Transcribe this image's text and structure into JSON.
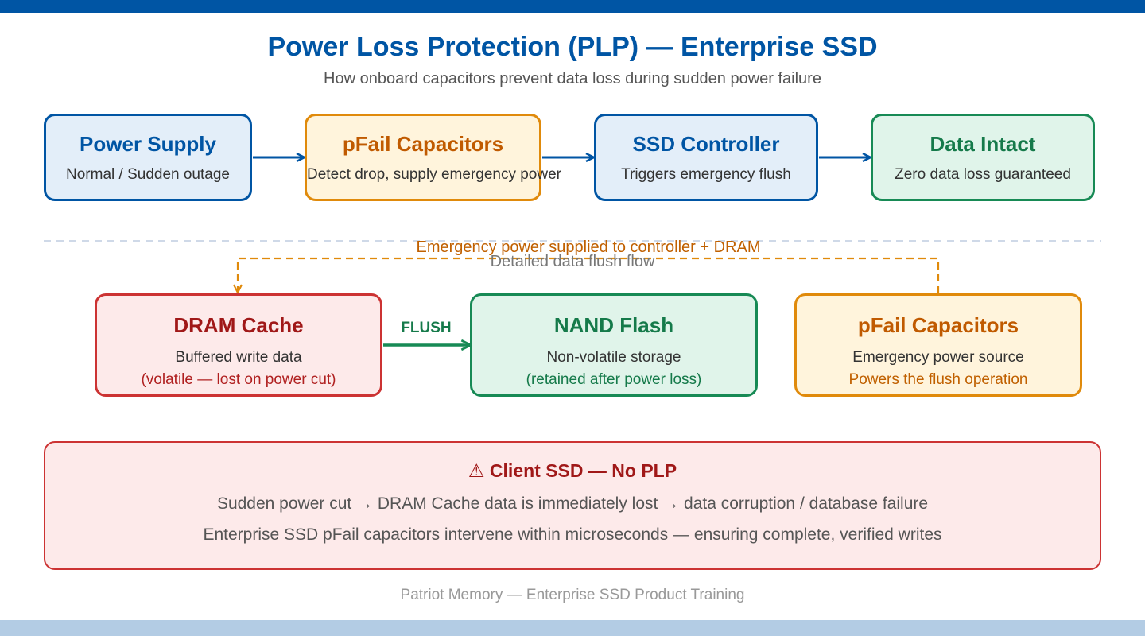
{
  "title": "Power Loss Protection (PLP) — Enterprise SSD",
  "subtitle": "How onboard capacitors prevent data loss during sudden power failure",
  "top_flow": [
    {
      "title": "Power Supply",
      "desc": "Normal / Sudden outage"
    },
    {
      "title": "pFail Capacitors",
      "desc": "Detect drop, supply emergency power"
    },
    {
      "title": "SSD Controller",
      "desc": "Triggers emergency flush"
    },
    {
      "title": "Data Intact",
      "desc": "Zero data loss guaranteed"
    }
  ],
  "section_label": "Detailed data flush flow",
  "emergency_label": "Emergency power supplied to controller + DRAM",
  "flush_label": "FLUSH",
  "detail_flow": [
    {
      "title": "DRAM Cache",
      "desc": "Buffered write data",
      "note": "(volatile — lost on power cut)"
    },
    {
      "title": "NAND Flash",
      "desc": "Non-volatile storage",
      "note": "(retained after power loss)"
    },
    {
      "title": "pFail Capacitors",
      "desc": "Emergency power source",
      "note": "Powers the flush operation"
    }
  ],
  "warning": {
    "title": "⚠ Client SSD — No PLP",
    "line1": "Sudden power cut → DRAM Cache data is immediately lost → data corruption / database failure",
    "line2": "Enterprise SSD pFail capacitors intervene within microseconds — ensuring complete, verified writes"
  },
  "footer": "Patriot Memory — Enterprise SSD Product Training",
  "colors": {
    "brand_blue": "#0055a4",
    "capacitor_orange": "#e08a0b",
    "success_green": "#178a55",
    "danger_red": "#cc3333"
  }
}
